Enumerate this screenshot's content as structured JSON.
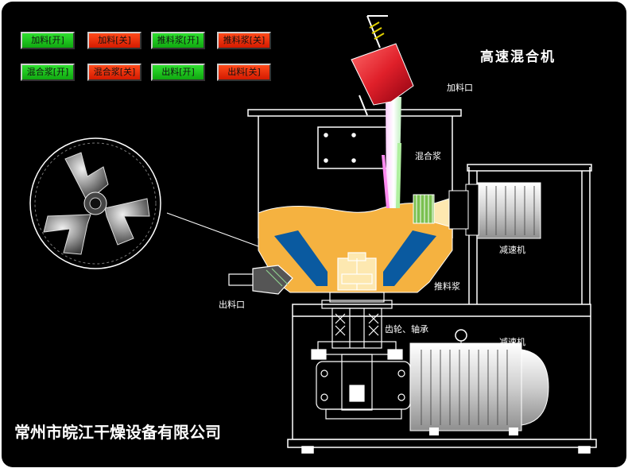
{
  "title": "高速混合机",
  "company": "常州市皖江干燥设备有限公司",
  "buttons": [
    {
      "label": "加料[开]",
      "state": "green"
    },
    {
      "label": "加料[关]",
      "state": "red"
    },
    {
      "label": "推料浆[开]",
      "state": "green"
    },
    {
      "label": "推料浆[关]",
      "state": "red"
    },
    {
      "label": "混合浆[开]",
      "state": "green"
    },
    {
      "label": "混合浆[关]",
      "state": "red"
    },
    {
      "label": "出料[开]",
      "state": "green"
    },
    {
      "label": "出料[关]",
      "state": "red"
    }
  ],
  "labels": {
    "feed_inlet": "加料口",
    "mixing_paddle": "混合浆",
    "reducer_top": "减速机",
    "push_paddle": "推料浆",
    "discharge_outlet": "出料口",
    "gear_bearing": "齿轮、轴承",
    "reducer_bottom": "减速机"
  },
  "colors": {
    "background": "#000000",
    "material": "#f5b240",
    "blade": "#0a5aa0",
    "bucket": "#e0202a",
    "on_button": "#22c422",
    "off_button": "#f03010"
  }
}
